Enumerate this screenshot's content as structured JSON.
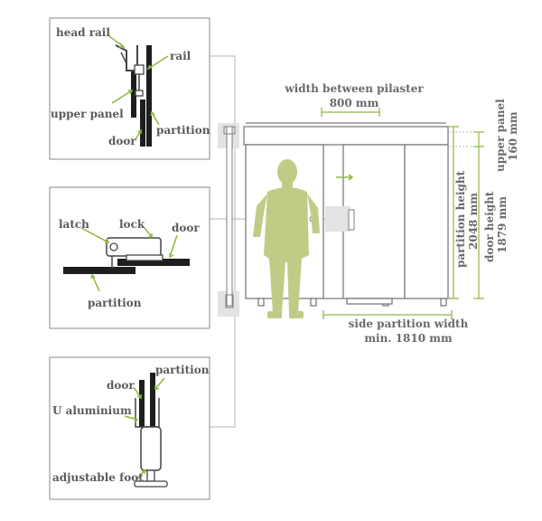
{
  "detail_top": {
    "head_rail": "head rail",
    "rail": "rail",
    "upper_panel": "upper panel",
    "partition": "partition",
    "door": "door"
  },
  "detail_mid": {
    "latch": "latch",
    "lock": "lock",
    "door": "door",
    "partition": "partition"
  },
  "detail_bottom": {
    "door": "door",
    "partition": "partition",
    "u_aluminium": "U aluminium",
    "adjustable_foot": "adjustable foot"
  },
  "dimensions": {
    "width_between_pilaster_label": "width between pilaster",
    "width_between_pilaster_value": "800 mm",
    "upper_panel_label": "upper panel",
    "upper_panel_value": "160 mm",
    "partition_height_label": "partition height",
    "partition_height_value": "2048 mm",
    "door_height_label": "door height",
    "door_height_value": "1879 mm",
    "side_partition_label": "side partition width",
    "side_partition_value": "min. 1810 mm"
  },
  "colors": {
    "figure": "#c2cb86",
    "accent_green": "#8fb640",
    "line": "#9a9a9a",
    "dark": "#1e1e1e"
  }
}
